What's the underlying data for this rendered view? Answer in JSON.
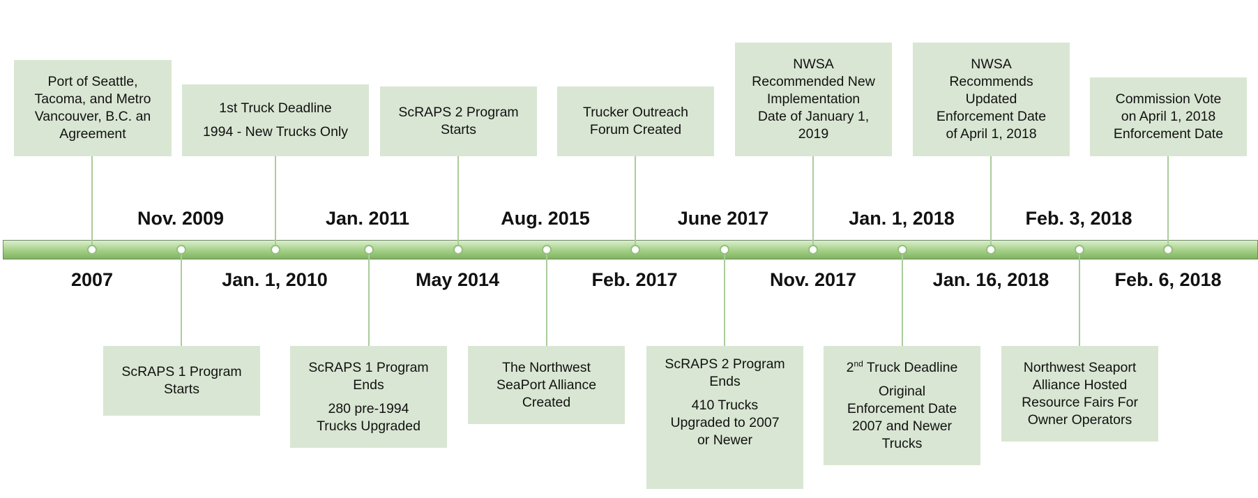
{
  "timeline": {
    "events": [
      {
        "date": "2007",
        "side": "top",
        "lines": [
          "Port of Seattle,",
          "Tacoma, and Metro",
          "Vancouver, B.C. an",
          "Agreement"
        ]
      },
      {
        "date": "Nov. 2009",
        "side": "bottom",
        "lines": [
          "ScRAPS 1 Program",
          "Starts"
        ]
      },
      {
        "date": "Jan. 1, 2010",
        "side": "top",
        "lines": [
          "1st Truck Deadline",
          "1994 - New Trucks Only"
        ]
      },
      {
        "date": "Jan. 2011",
        "side": "bottom",
        "lines": [
          "ScRAPS 1 Program",
          "Ends",
          "280 pre-1994",
          "Trucks Upgraded"
        ]
      },
      {
        "date": "May 2014",
        "side": "top",
        "lines": [
          "ScRAPS 2 Program",
          "Starts"
        ]
      },
      {
        "date": "Aug. 2015",
        "side": "bottom",
        "lines": [
          "The Northwest",
          "SeaPort Alliance",
          "Created"
        ]
      },
      {
        "date": "Feb. 2017",
        "side": "top",
        "lines": [
          "Trucker Outreach",
          "Forum Created"
        ]
      },
      {
        "date": "June 2017",
        "side": "bottom",
        "lines": [
          "ScRAPS 2 Program",
          "Ends",
          "410 Trucks",
          "Upgraded to 2007",
          "or Newer"
        ]
      },
      {
        "date": "Nov. 2017",
        "side": "top",
        "lines": [
          "NWSA",
          "Recommended New",
          "Implementation",
          "Date of January 1,",
          "2019"
        ]
      },
      {
        "date": "Jan. 1, 2018",
        "side": "bottom",
        "lines_before_sup": "2",
        "sup": "nd",
        "lines": [
          " Truck Deadline",
          "Original",
          "Enforcement Date",
          "2007 and Newer",
          "Trucks"
        ]
      },
      {
        "date": "Jan. 16, 2018",
        "side": "top",
        "lines": [
          "NWSA",
          "Recommends",
          "Updated",
          "Enforcement Date",
          "of April 1, 2018"
        ]
      },
      {
        "date": "Feb. 3, 2018",
        "side": "bottom",
        "lines": [
          "Northwest Seaport",
          "Alliance Hosted",
          "Resource Fairs For",
          "Owner Operators"
        ]
      },
      {
        "date": "Feb. 6, 2018",
        "side": "top",
        "lines": [
          "Commission Vote",
          "on April 1, 2018",
          "Enforcement Date"
        ]
      }
    ]
  }
}
